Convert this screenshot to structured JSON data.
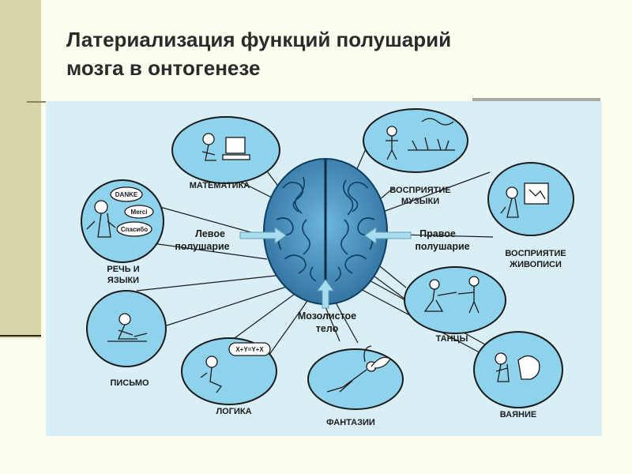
{
  "title": {
    "line1": "Латериализация функций полушарий",
    "line2": "мозга в онтогенезе"
  },
  "diagram": {
    "nodes": {
      "mathematics": "МАТЕМАТИКА",
      "speech_line1": "РЕЧЬ И",
      "speech_line2": "ЯЗЫКИ",
      "writing": "ПИСЬМО",
      "logic": "ЛОГИКА",
      "fantasy": "ФАНТАЗИИ",
      "music_line1": "ВОСПРИЯТИЕ",
      "music_line2": "МУЗЫКИ",
      "painting_line1": "ВОСПРИЯТИЕ",
      "painting_line2": "ЖИВОПИСИ",
      "dance": "ТАНЦЫ",
      "sculpture": "ВАЯНИЕ"
    },
    "brain_labels": {
      "left_line1": "Левое",
      "left_line2": "полушарие",
      "right_line1": "Правое",
      "right_line2": "полушарие",
      "corpus_line1": "Мозолистое",
      "corpus_line2": "тело"
    },
    "speech_bubbles": [
      "DANKE",
      "Merci",
      "Спасибо"
    ],
    "logic_formula": "X+Y=Y+X"
  },
  "colors": {
    "slide_bg": "#fdfdf0",
    "side_bar": "#d8d6a8",
    "panel_bg": "#d9eff5",
    "circle_fill": "#8fd2ec",
    "brain_fill": "#4a93bf",
    "brain_fold": "#0f3e63",
    "arrow_fill": "#a8dcef"
  }
}
